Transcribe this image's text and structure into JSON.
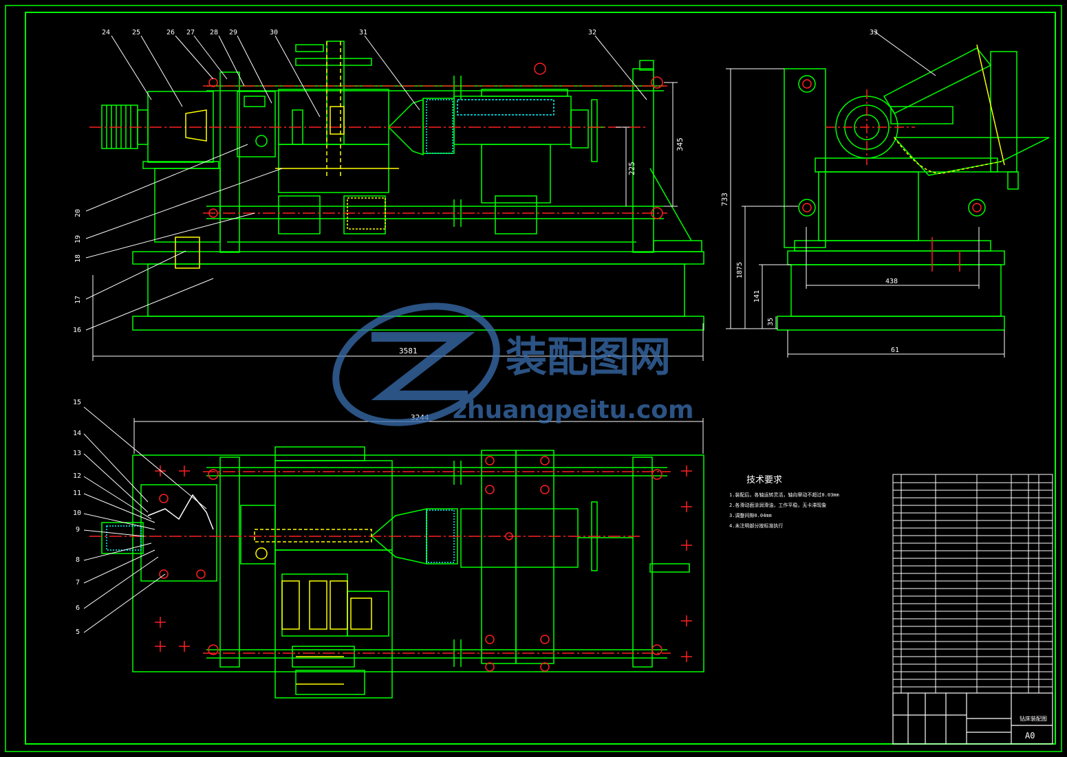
{
  "colors": {
    "background": "#000000",
    "outline": "#00ff00",
    "yellow": "#ffff00",
    "red": "#ff2020",
    "cyan": "#00ffff",
    "white": "#ffffff",
    "magenta": "#ff00ff",
    "watermark": "#3a6fb0"
  },
  "watermark": {
    "cn": "装配图网",
    "en": "zhuangpeitu.com"
  },
  "balloons_top": [
    "24",
    "25",
    "26",
    "27",
    "28",
    "29",
    "30",
    "31",
    "32"
  ],
  "balloons_left": [
    "20",
    "19",
    "18",
    "17",
    "16"
  ],
  "balloons_bottom": [
    "15",
    "14",
    "13",
    "12",
    "11",
    "10",
    "9",
    "8",
    "7",
    "6",
    "5"
  ],
  "balloon_side": "33",
  "dims_front": {
    "overall": "3581",
    "height_main": "345",
    "height_inner": "225"
  },
  "dims_side": {
    "height": "733",
    "h2": "1875",
    "h3": "141",
    "h4": "35",
    "width_inner": "438",
    "width": "61"
  },
  "dims_plan": {
    "overall": "3244"
  },
  "tech": {
    "title": "技术要求",
    "lines": [
      "1.装配后，各轴运转灵活，轴向窜动不超过0.03mm",
      "2.各滑动面涂润滑油，工作平稳，无卡滞现象",
      "3.调整间隙0.04mm",
      "4.未注明部分按标准执行"
    ]
  },
  "title_block": {
    "drawing_title": "钻床装配图",
    "sheet_size": "A0"
  }
}
